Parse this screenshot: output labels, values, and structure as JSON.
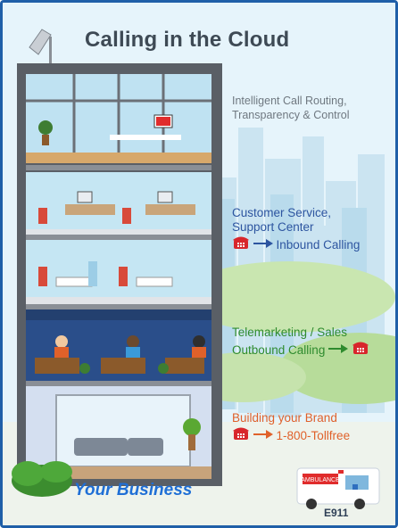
{
  "title": "Calling in the Cloud",
  "floors": [
    {
      "lines": [
        "Intelligent Call Routing,",
        "Transparency & Control"
      ]
    },
    {
      "lines": [
        "Customer Service,",
        "Support Center"
      ],
      "call_text": "Inbound Calling"
    },
    {
      "lines": [
        "Telemarketing / Sales"
      ],
      "call_text": "Outbound Calling"
    },
    {
      "lines": [
        "Building your Brand"
      ],
      "call_text": "1-800-Tollfree"
    }
  ],
  "footer": {
    "business_label": "Your Business",
    "ambulance_text": "AMBULANCE",
    "emergency_label": "E911"
  },
  "colors": {
    "border": "#1f5fa8",
    "sky": "#e6f4fb",
    "building_frame": "#5a5f66",
    "routing_text": "#6f7880",
    "service_text": "#2d55a0",
    "tele_text": "#2e8b2e",
    "brand_text": "#e0612a",
    "phone_icon": "#d8262c",
    "business_text": "#1f6fd6"
  },
  "icons": [
    "antenna-icon",
    "phone-icon",
    "arrow-right-icon",
    "ambulance-icon",
    "bush-icon"
  ]
}
